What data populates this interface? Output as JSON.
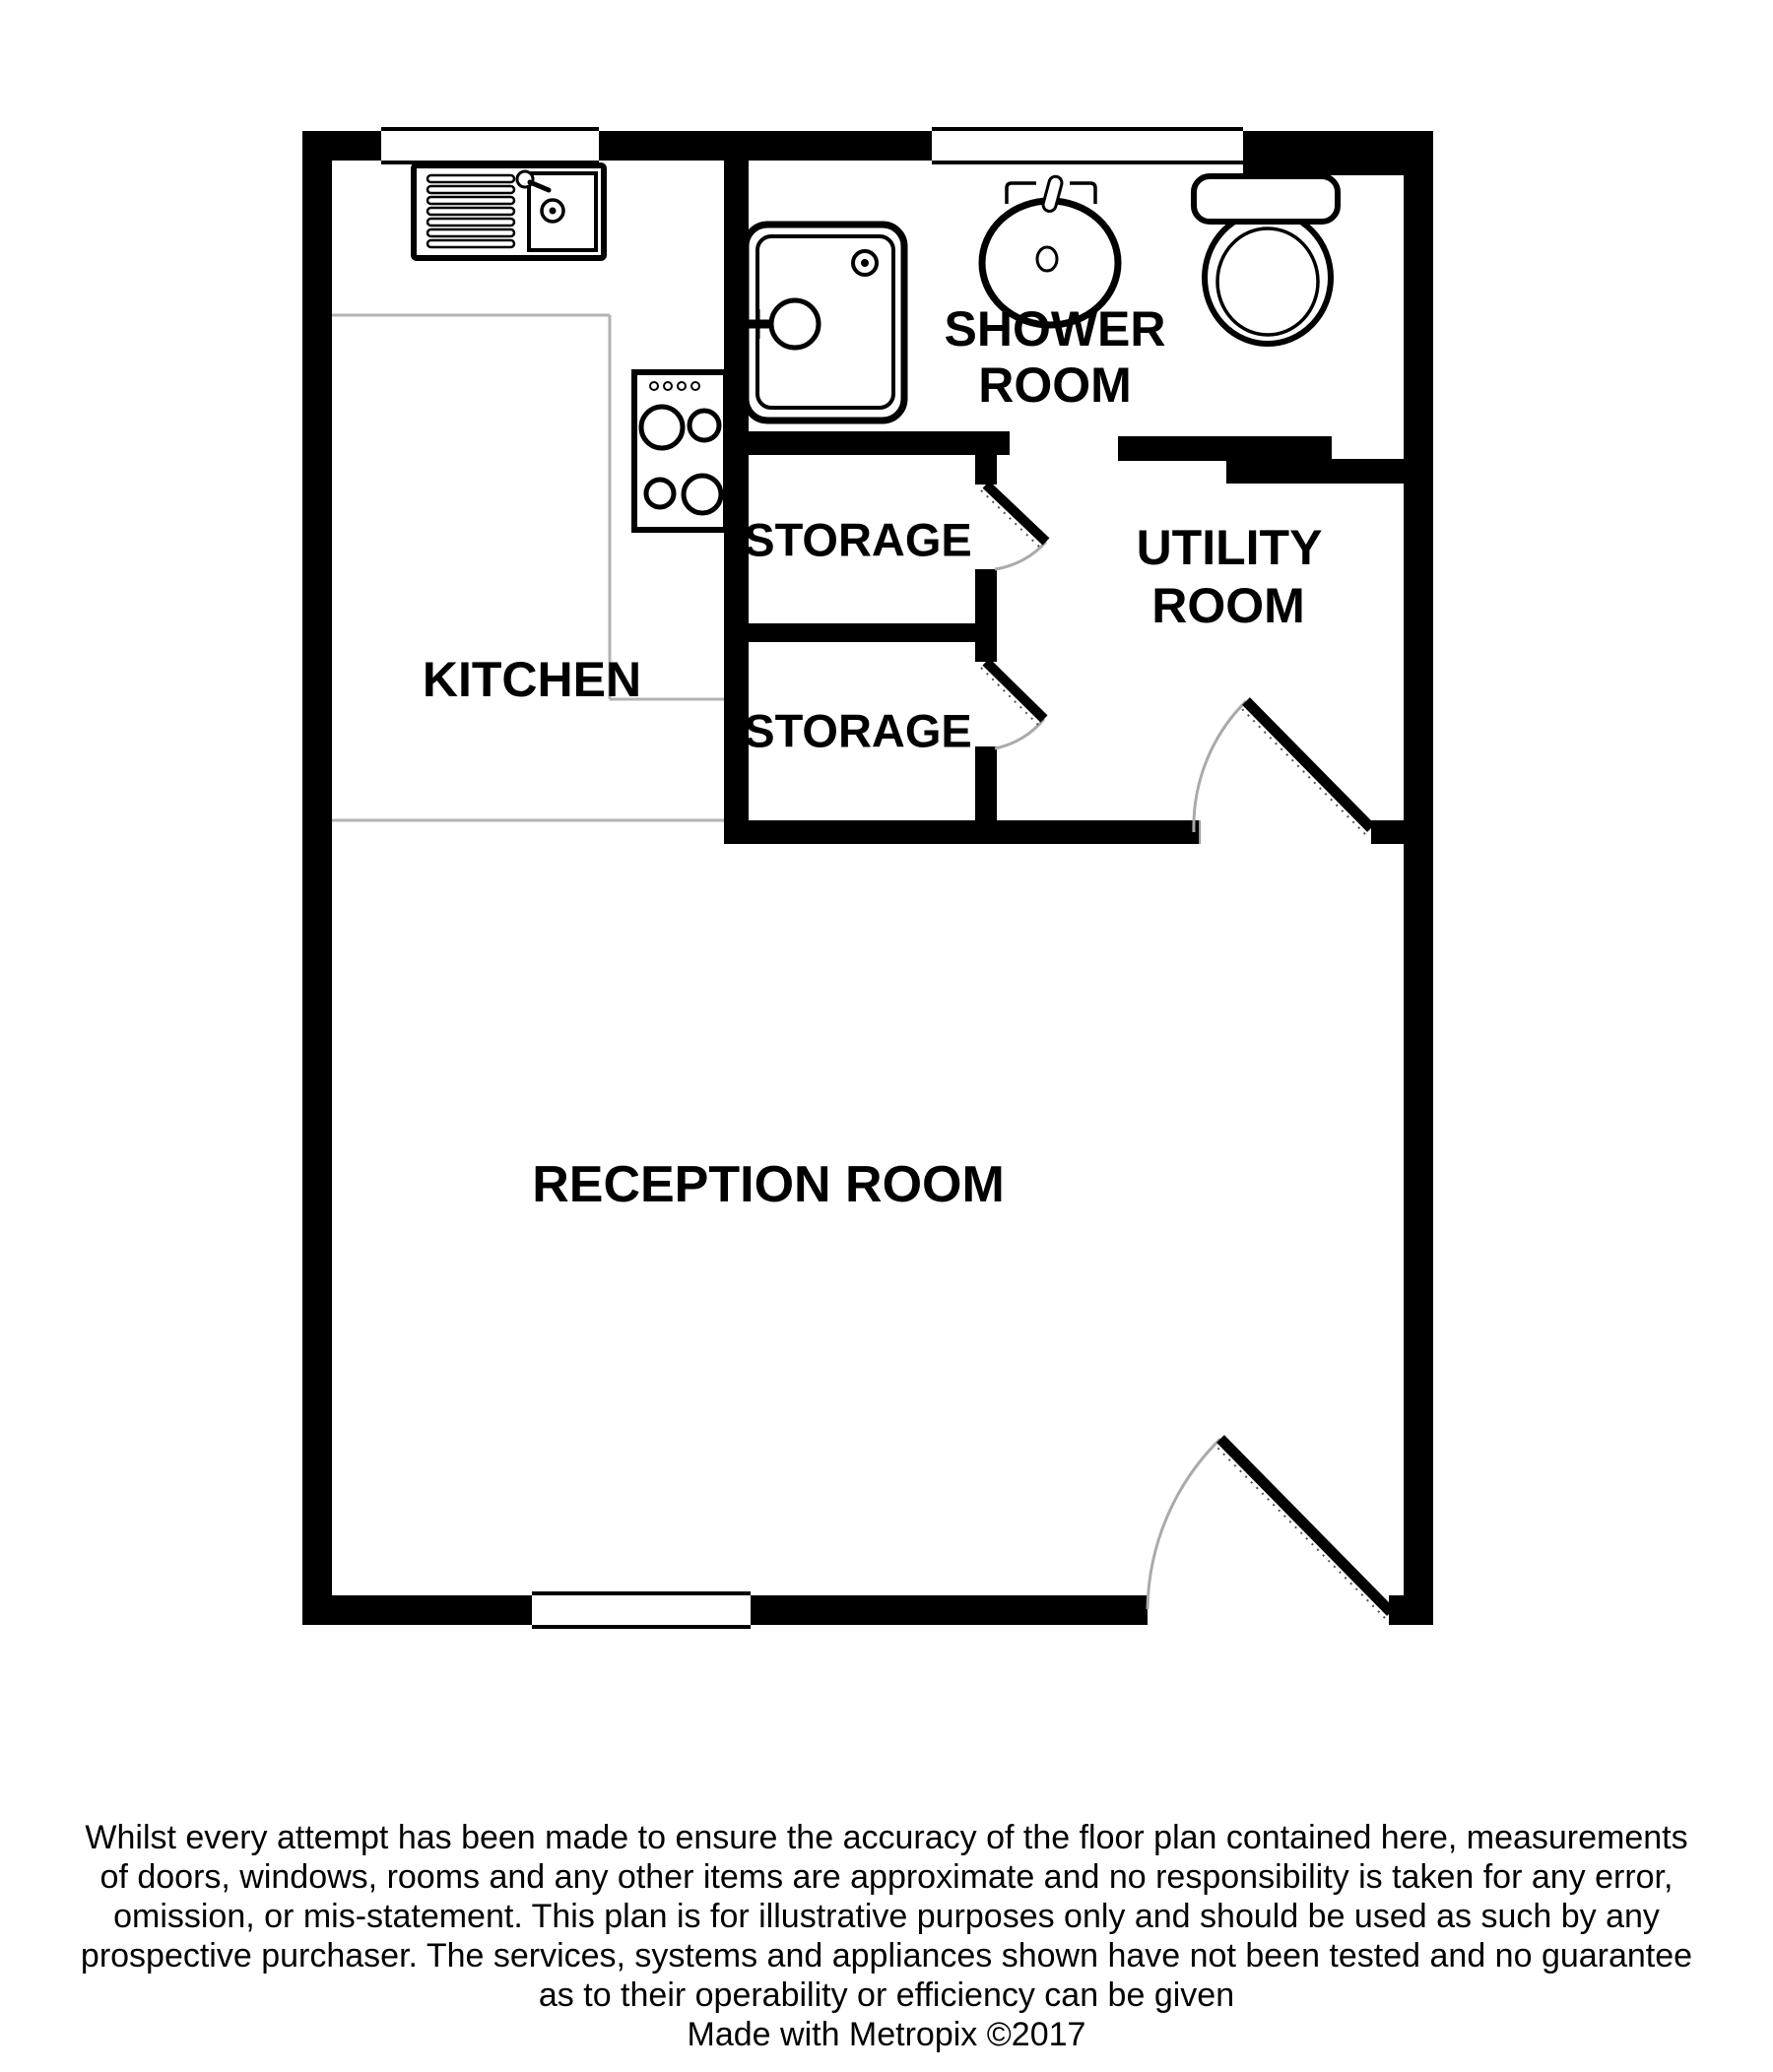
{
  "floorplan": {
    "rooms": {
      "kitchen": {
        "label": "KITCHEN"
      },
      "shower_room": {
        "label_line1": "SHOWER",
        "label_line2": "ROOM"
      },
      "storage_top": {
        "label": "STORAGE"
      },
      "storage_bottom": {
        "label": "STORAGE"
      },
      "utility_room": {
        "label_line1": "UTILITY",
        "label_line2": "ROOM"
      },
      "reception_room": {
        "label": "RECEPTION ROOM"
      }
    },
    "fixtures": {
      "kitchen_sink": "kitchen sink with drainer",
      "hob": "4-ring hob",
      "shower_tray": "shower tray",
      "basin": "wash basin",
      "toilet": "toilet"
    },
    "colors": {
      "wall": "#000000",
      "door_arc": "#aaaaaa",
      "open_plan_divider": "#b3b3b3"
    }
  },
  "disclaimer": {
    "lines": [
      "Whilst every attempt has been made to ensure the accuracy of the floor plan contained here, measurements",
      "of doors, windows, rooms and any other items are approximate and no responsibility is taken for any error,",
      "omission, or mis-statement. This plan is for illustrative purposes only and should be used as such by any",
      "prospective purchaser. The services, systems and appliances shown have not been tested and no guarantee",
      "as to their operability or efficiency can be given"
    ]
  },
  "credit": "Made with Metropix ©2017"
}
